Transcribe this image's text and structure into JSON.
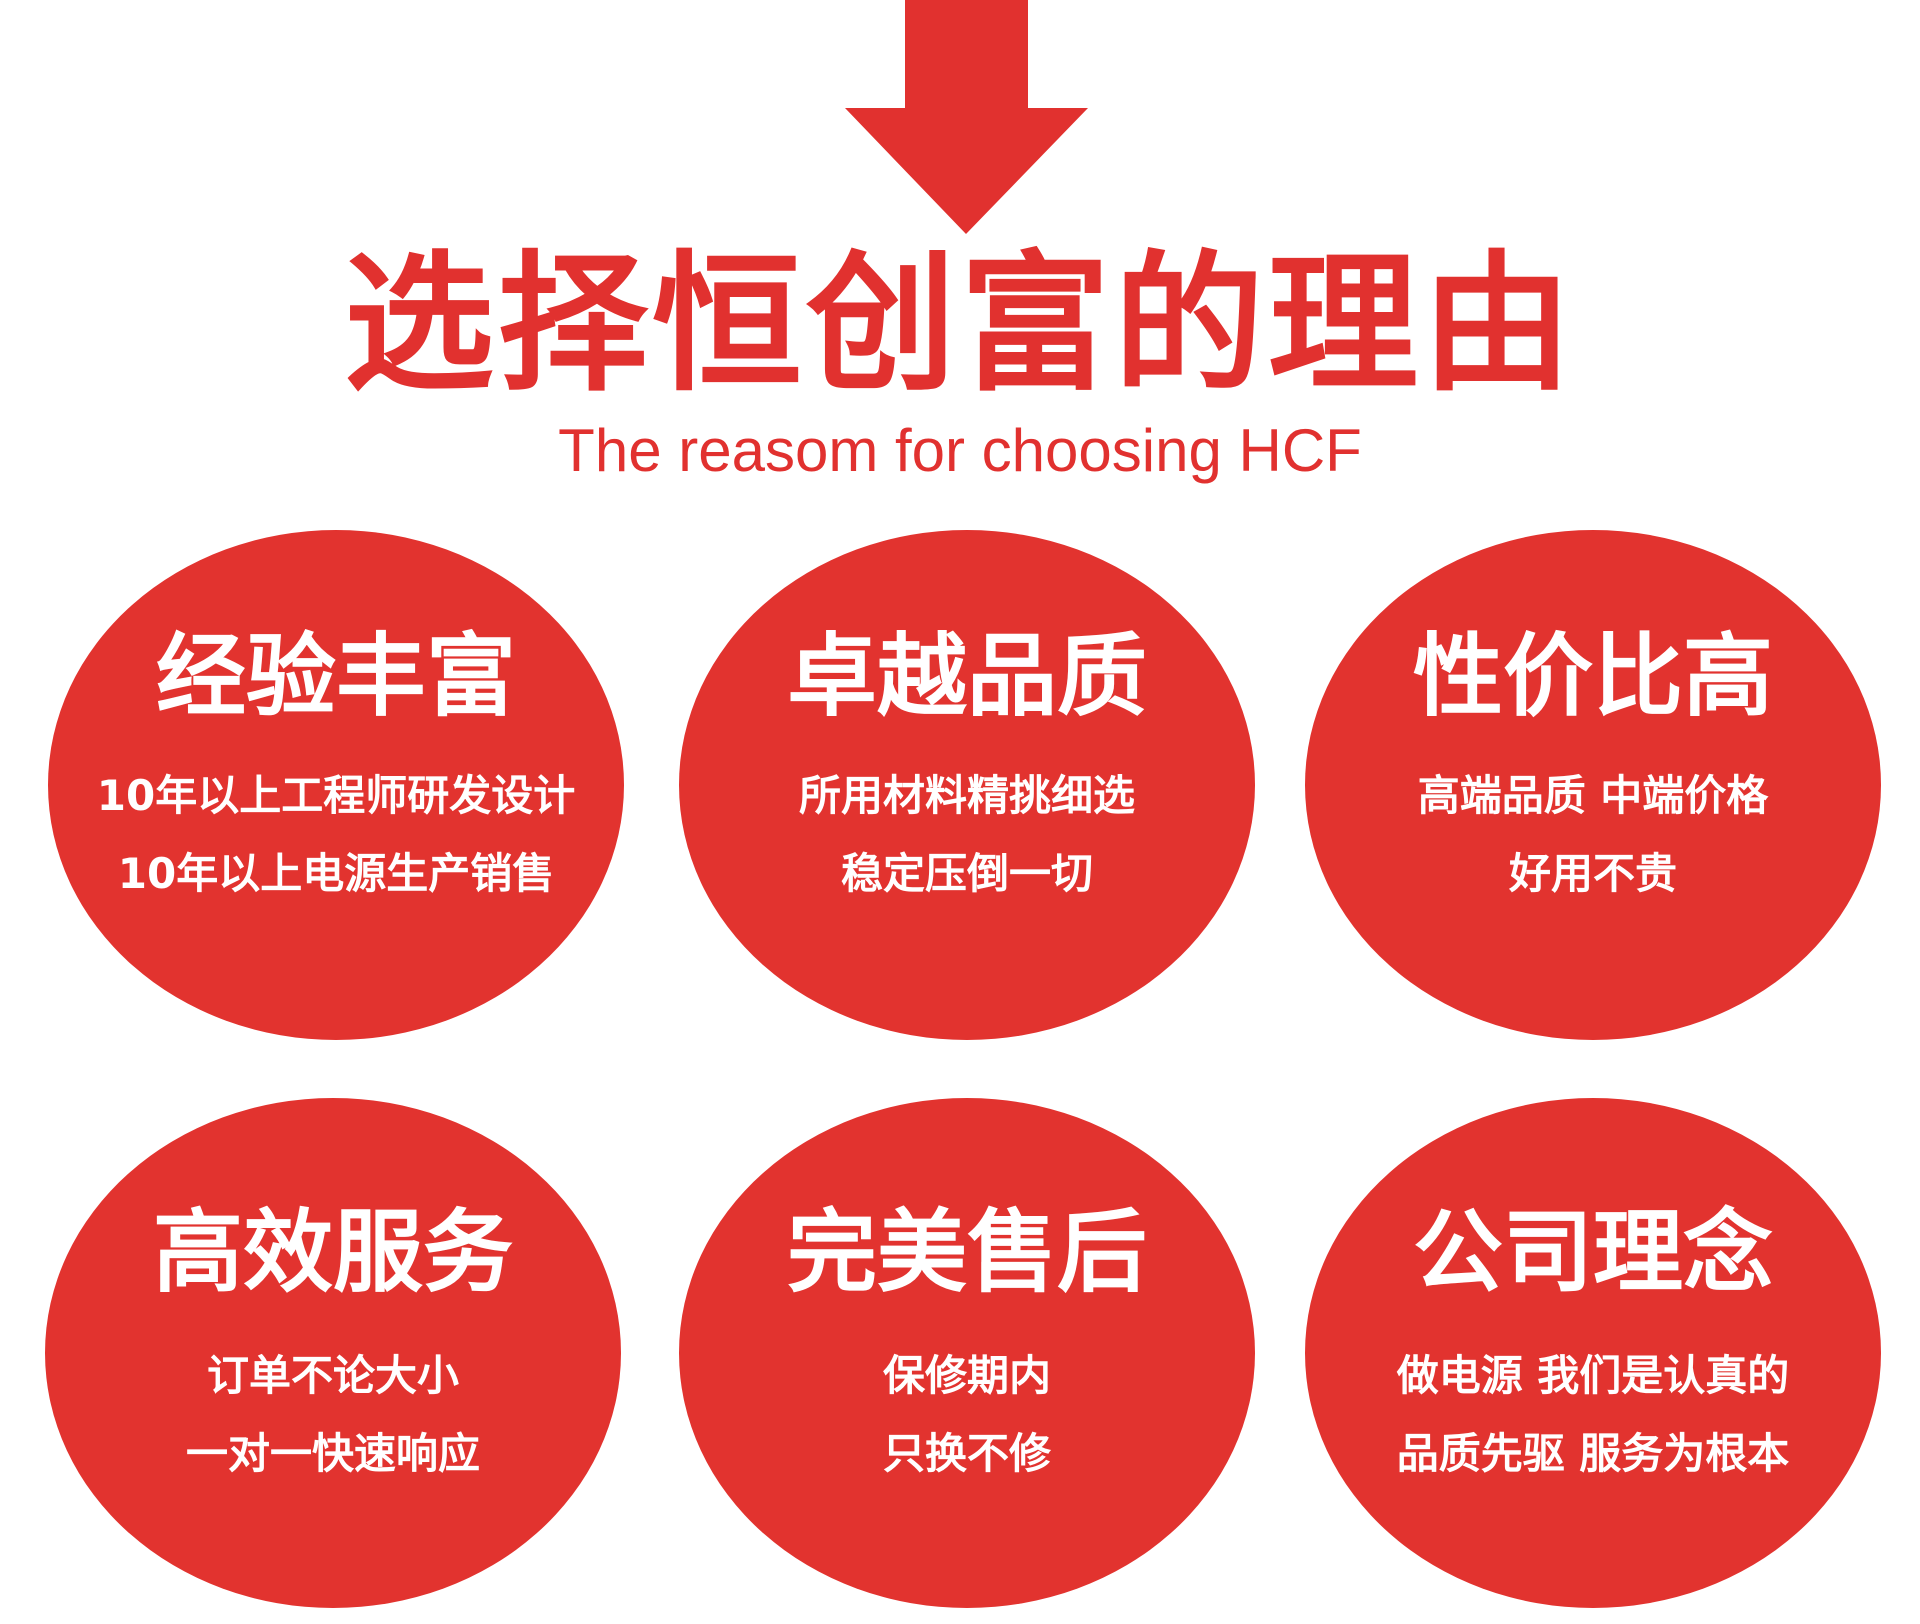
{
  "title": "选择恒创富的理由",
  "subtitle": "The reasom for choosing HCF",
  "accent_color": "#e2332f",
  "reasons": [
    {
      "heading": "经验丰富",
      "lines": [
        "10年以上工程师研发设计",
        "10年以上电源生产销售"
      ]
    },
    {
      "heading": "卓越品质",
      "lines": [
        "所用材料精挑细选",
        "稳定压倒一切"
      ]
    },
    {
      "heading": "性价比高",
      "lines": [
        "高端品质 中端价格",
        "好用不贵"
      ]
    },
    {
      "heading": "高效服务",
      "lines": [
        "订单不论大小",
        "一对一快速响应"
      ]
    },
    {
      "heading": "完美售后",
      "lines": [
        "保修期内",
        "只换不修"
      ]
    },
    {
      "heading": "公司理念",
      "lines": [
        "做电源 我们是认真的",
        "品质先驱 服务为根本"
      ]
    }
  ]
}
